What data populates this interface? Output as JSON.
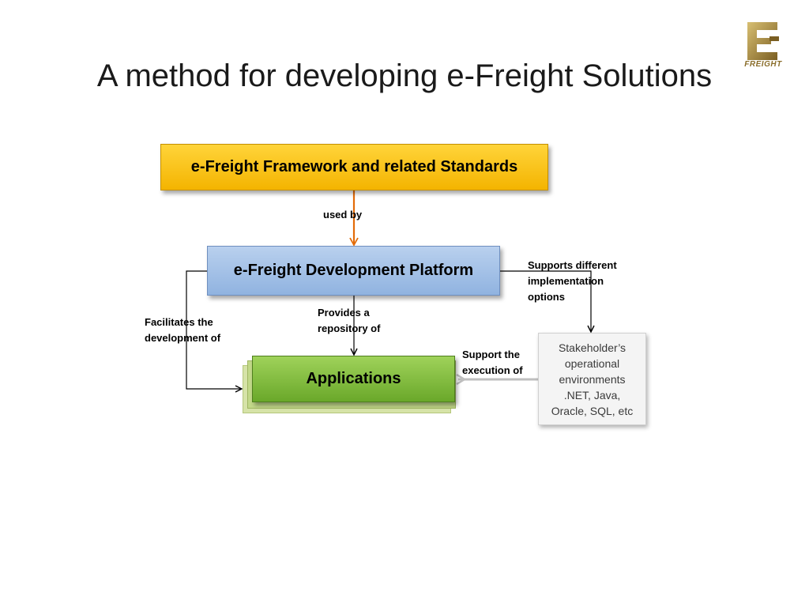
{
  "slide": {
    "title": "A method for developing e-Freight Solutions"
  },
  "logo": {
    "text": "FREIGHT",
    "colors": {
      "gold": "#a8893a",
      "dark": "#6b5420"
    }
  },
  "diagram": {
    "nodes": {
      "framework": "e-Freight Framework and related Standards",
      "platform": "e-Freight Development Platform",
      "applications": "Applications",
      "stakeholder": {
        "lines": [
          "Stakeholder’s",
          "operational",
          "environments",
          ".NET, Java,",
          "Oracle, SQL, etc"
        ]
      }
    },
    "edges": {
      "used_by": "used by",
      "supports_options": [
        "Supports different",
        "implementation",
        "options"
      ],
      "provides_repository": [
        "Provides a",
        "repository of"
      ],
      "facilitates_development": [
        "Facilitates the",
        "development of"
      ],
      "support_execution": [
        "Support the",
        "execution of"
      ]
    },
    "colors": {
      "framework_fill": "#f4b400",
      "platform_fill": "#95b3d7",
      "applications_fill": "#7ab648",
      "used_by_arrow": "#e36c09",
      "arrow": "#000000",
      "support_arrow": "#bfbfbf"
    }
  }
}
